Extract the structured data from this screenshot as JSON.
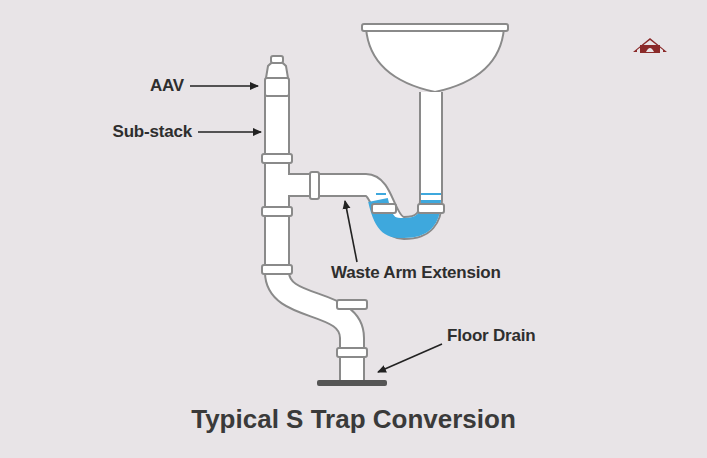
{
  "diagram": {
    "title": "Typical S Trap Conversion",
    "labels": [
      "AAV",
      "Sub-stack",
      "Waste Arm Extension",
      "Floor Drain"
    ]
  }
}
